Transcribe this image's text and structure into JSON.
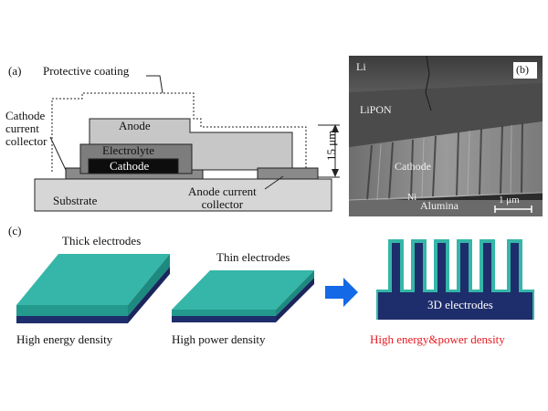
{
  "panel_a": {
    "tag": "(a)",
    "protective_coating": "Protective coating",
    "cathode_current_collector": "Cathode\ncurrent\ncollector",
    "anode": "Anode",
    "electrolyte": "Electrolyte",
    "cathode": "Cathode",
    "substrate": "Substrate",
    "anode_current_collector": "Anode current\ncollector",
    "thickness": "15 μm"
  },
  "panel_b": {
    "tag": "(b)",
    "li": "Li",
    "lipon": "LiPON",
    "cathode": "Cathode",
    "ni": "Ni",
    "alumina": "Alumina",
    "scale": "1 μm"
  },
  "panel_c": {
    "tag": "(c)",
    "thick_title": "Thick electrodes",
    "thick_caption": "High energy density",
    "thin_title": "Thin electrodes",
    "thin_caption": "High power density",
    "three_d_label": "3D electrodes",
    "three_d_caption": "High energy&power density"
  },
  "colors": {
    "teal": "#2aa69a",
    "navy": "#1e2d6b",
    "arrow": "#1469e6",
    "highlight_red": "#e8191f"
  }
}
